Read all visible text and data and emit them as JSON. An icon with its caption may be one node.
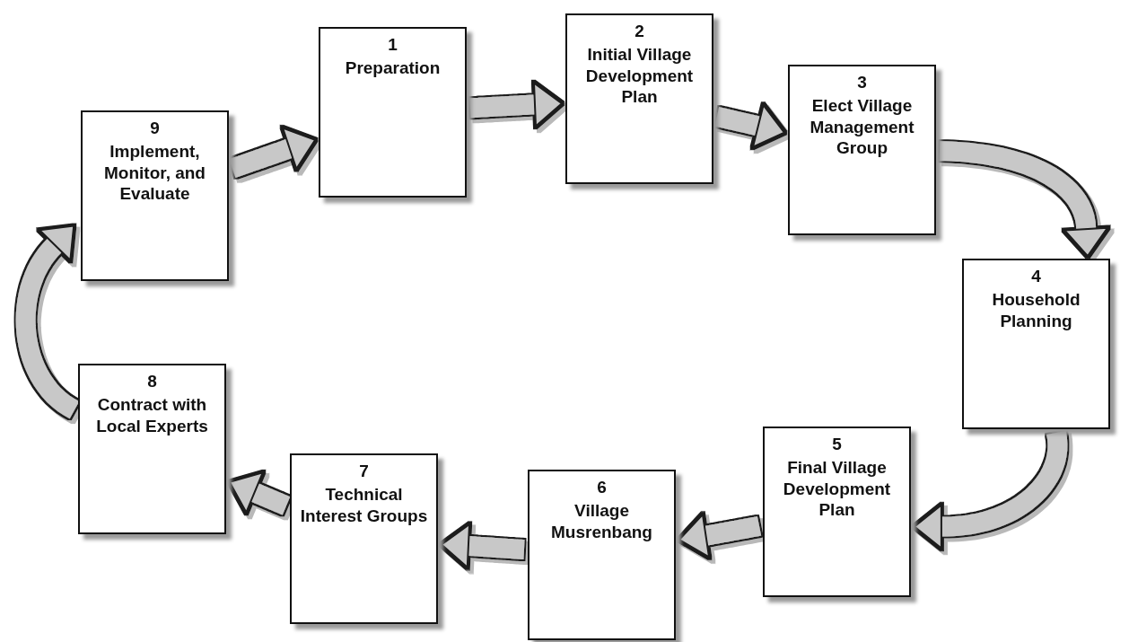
{
  "diagram": {
    "nodes": [
      {
        "text": [
          "1",
          "Preparation"
        ]
      },
      {
        "text": [
          "2",
          "Initial Village Development Plan"
        ]
      },
      {
        "text": [
          "3",
          "Elect Village Management Group"
        ]
      },
      {
        "text": [
          "4",
          "Household Planning"
        ]
      },
      {
        "text": [
          "5",
          "Final Village Development Plan"
        ]
      },
      {
        "text": [
          "6",
          "Village Musrenbang"
        ]
      },
      {
        "text": [
          "7",
          "Technical Interest Groups"
        ]
      },
      {
        "text": [
          "8",
          "Contract with Local Experts"
        ]
      },
      {
        "text": [
          "9",
          "Implement, Monitor, and Evaluate"
        ]
      }
    ],
    "edges": [
      {
        "from": 0,
        "to": 1,
        "arrow": "to"
      },
      {
        "from": 1,
        "to": 2,
        "arrow": "to"
      },
      {
        "from": 2,
        "to": 3,
        "arrow": "to"
      },
      {
        "from": 3,
        "to": 4,
        "arrow": "to"
      },
      {
        "from": 4,
        "to": 5,
        "arrow": "to"
      },
      {
        "from": 5,
        "to": 6,
        "arrow": "to"
      },
      {
        "from": 6,
        "to": 7,
        "arrow": "to"
      },
      {
        "from": 7,
        "to": 8,
        "arrow": "to"
      },
      {
        "from": 8,
        "to": 0,
        "arrow": "to"
      }
    ]
  }
}
